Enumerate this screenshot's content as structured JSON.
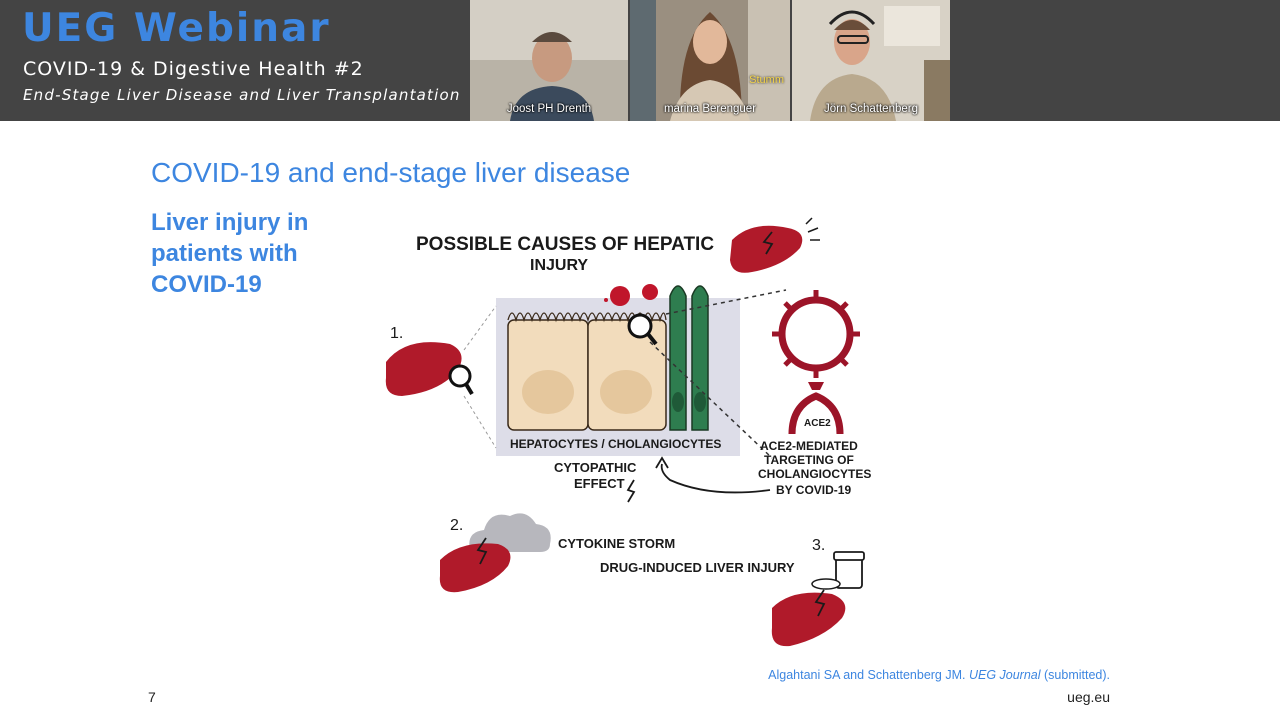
{
  "header": {
    "brand": "UEG Webinar",
    "subtitle": "COVID-19 & Digestive Health #2",
    "session": "End-Stage Liver Disease and Liver Transplantation"
  },
  "participants": [
    {
      "name": "Joost PH Drenth",
      "tag": ""
    },
    {
      "name": "marina Berenguer",
      "tag": "Stumm"
    },
    {
      "name": "Jörn Schattenberg",
      "tag": ""
    }
  ],
  "slide": {
    "title": "COVID-19 and end-stage liver disease",
    "subtitle": "Liver injury in patients with COVID-19",
    "illustration": {
      "heading_line1": "POSSIBLE CAUSES OF HEPATIC",
      "heading_line2": "INJURY",
      "num1": "1.",
      "num2": "2.",
      "num3": "3.",
      "cells_label": "HEPATOCYTES / CHOLANGIOCYTES",
      "effect_line1": "CYTOPATHIC",
      "effect_line2": "EFFECT",
      "receptor": "ACE2",
      "ace_line1": "ACE2-MEDIATED",
      "ace_line2": "TARGETING OF",
      "ace_line3": "CHOLANGIOCYTES",
      "ace_line4": "BY COVID-19",
      "cytokine": "CYTOKINE STORM",
      "drug": "DRUG-INDUCED LIVER INJURY"
    },
    "citation_authors": "Algahtani SA and Schattenberg JM. ",
    "citation_journal": "UEG Journal",
    "citation_status": " (submitted).",
    "page_number": "7",
    "site": "ueg.eu"
  },
  "colors": {
    "brand_blue": "#3d86e0",
    "header_bg": "#444444",
    "liver_red": "#b01a2a",
    "cholangiocyte_green": "#2e7d4f",
    "active_speaker": "#3ab8e8"
  }
}
